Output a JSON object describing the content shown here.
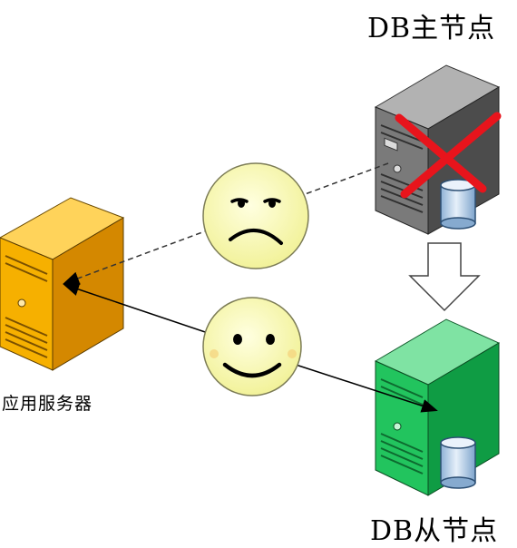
{
  "labels": {
    "master": "DB主节点",
    "slave": "DB从节点",
    "app": "应用服务器"
  },
  "servers": [
    {
      "role": "master",
      "color": "#6e6e6e",
      "state": "failed"
    },
    {
      "role": "slave",
      "color": "#1fc25a",
      "state": "active"
    },
    {
      "role": "app",
      "color": "#f2ad00",
      "state": "active"
    }
  ],
  "faces": [
    {
      "mood": "sad"
    },
    {
      "mood": "happy"
    }
  ],
  "colors": {
    "cross": "#e8141c",
    "face": "#fafab0",
    "db": "#b9d2ea"
  },
  "icons": {
    "failure": "cross-icon",
    "database": "database-icon",
    "failover": "down-arrow-icon"
  }
}
